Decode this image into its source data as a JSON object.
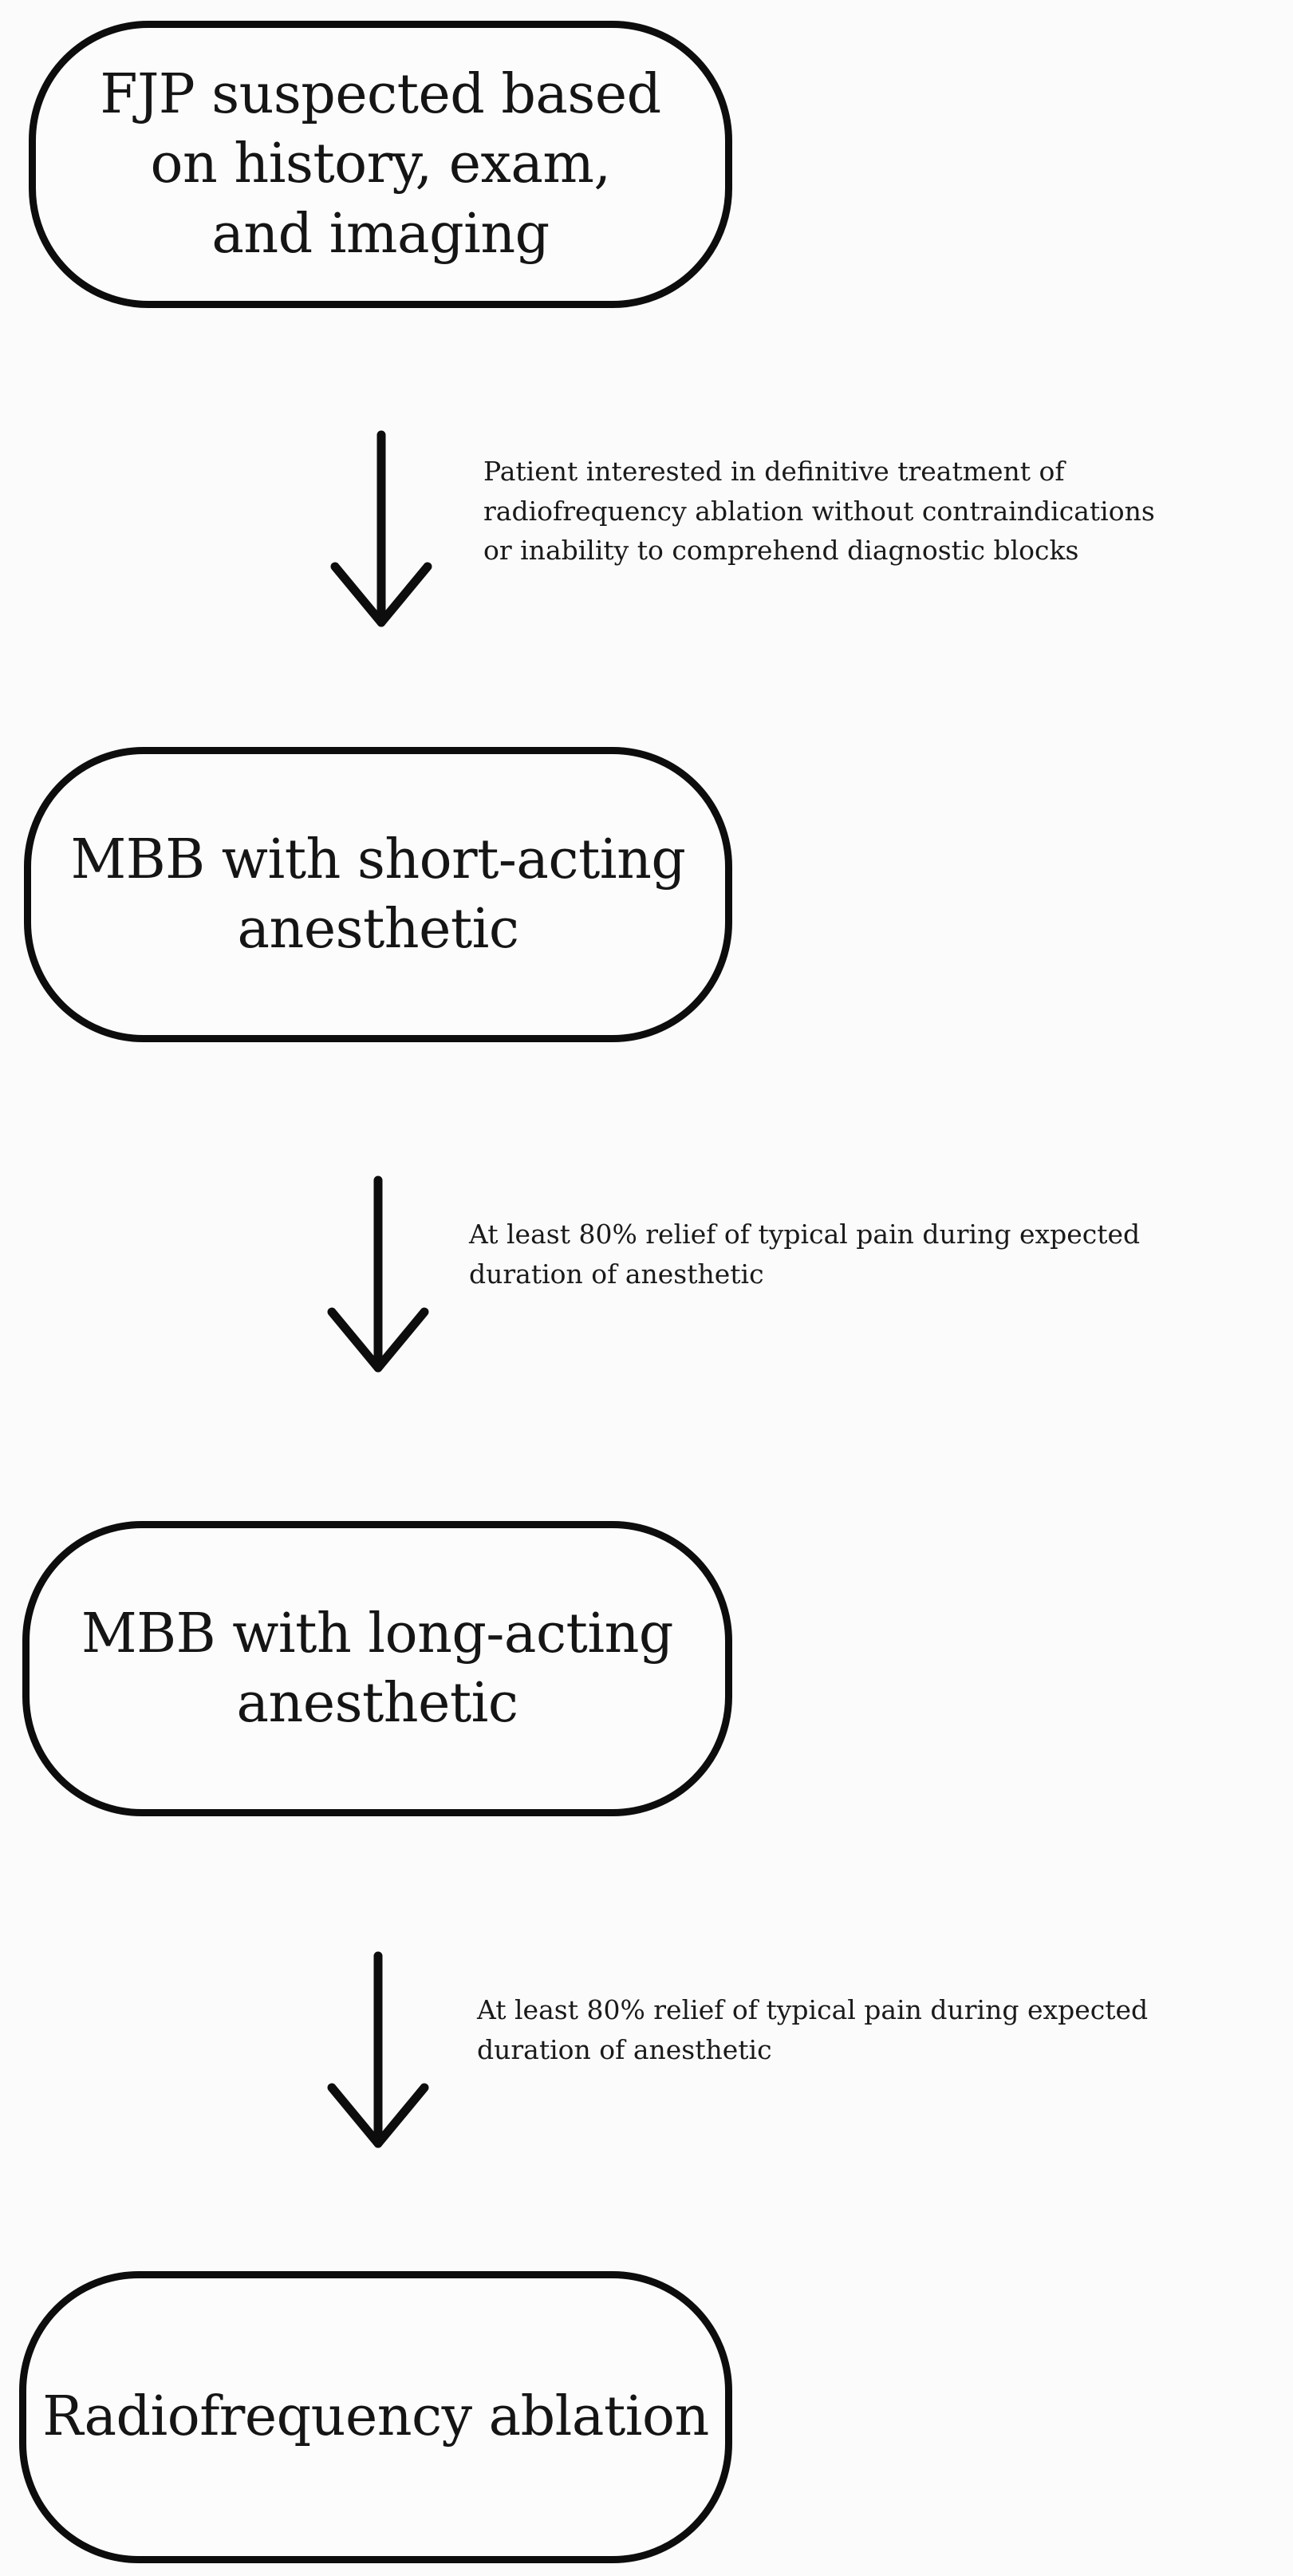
{
  "nodes": {
    "step1": "FJP suspected based\non history, exam,\nand imaging",
    "step2": "MBB with short-acting\nanesthetic",
    "step3": "MBB with long-acting\nanesthetic",
    "step4": "Radiofrequency ablation"
  },
  "edges": {
    "edge1": "Patient interested in definitive treatment of\nradiofrequency ablation without contraindications\nor inability to comprehend diagnostic blocks",
    "edge2": "At least 80% relief of typical pain during expected\nduration of anesthetic",
    "edge3": "At least 80% relief of typical pain during expected\nduration of anesthetic"
  }
}
